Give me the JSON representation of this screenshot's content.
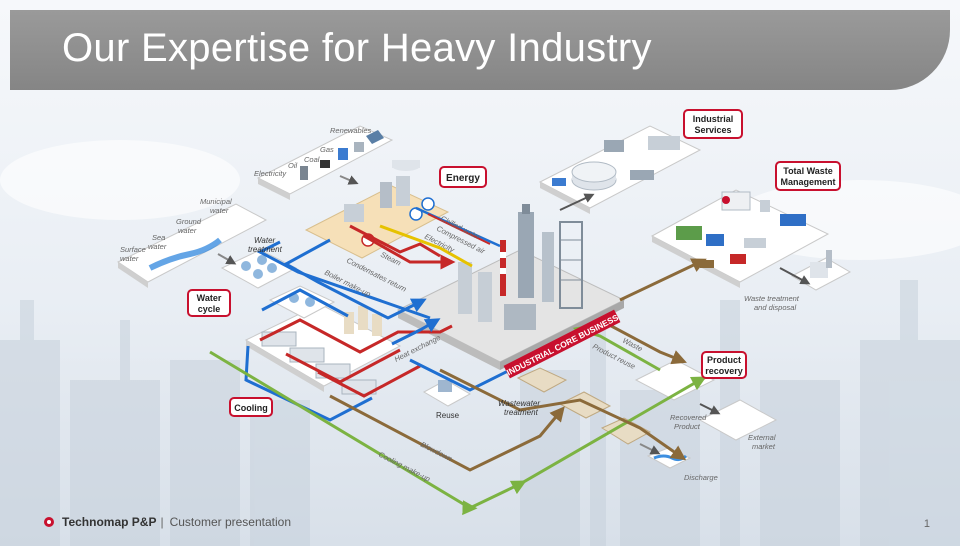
{
  "header": {
    "title": "Our Expertise for Heavy Industry"
  },
  "footer": {
    "company": "Technomap P&P",
    "separator": "|",
    "subtitle": "Customer presentation",
    "page_number": "1"
  },
  "boxes": {
    "energy": "Energy",
    "industrial_services_1": "Industrial",
    "industrial_services_2": "Services",
    "total_waste_1": "Total Waste",
    "total_waste_2": "Management",
    "water_cycle_1": "Water",
    "water_cycle_2": "cycle",
    "product_recovery_1": "Product",
    "product_recovery_2": "recovery",
    "cooling": "Cooling"
  },
  "labels": {
    "renewables": "Renewables",
    "gas": "Gas",
    "coal": "Coal",
    "oil": "Oil",
    "electricity_src": "Electricity",
    "municipal_1": "Municipal",
    "municipal_2": "water",
    "ground_1": "Ground",
    "ground_2": "water",
    "sea_1": "Sea",
    "sea_2": "water",
    "surface_1": "Surface",
    "surface_2": "water",
    "water_treatment_1": "Water",
    "water_treatment_2": "treatment",
    "chilled_water": "Chilled water",
    "compressed_air": "Compressed air",
    "electricity": "Electricity",
    "steam": "Steam",
    "condensates_return": "Condensates return",
    "boiler_makeup": "Boiler make-up",
    "heat_exchange": "Heat exchange",
    "core_business": "INDUSTRIAL CORE BUSINESS",
    "waste": "Waste",
    "product_reuse": "Product reuse",
    "waste_treatment_1": "Waste treatment",
    "waste_treatment_2": "and disposal",
    "reuse": "Reuse",
    "wastewater_1": "Wastewater",
    "wastewater_2": "treatment",
    "recovered_1": "Recovered",
    "recovered_2": "Product",
    "external_1": "External",
    "external_2": "market",
    "blowdown": "Blowdown",
    "cooling_makeup": "Cooling make-up",
    "discharge": "Discharge"
  },
  "colors": {
    "accent_red": "#c8102e",
    "water_blue": "#1f6fd1",
    "green": "#7cb342",
    "brown": "#8b6a3a",
    "steam_red": "#c62828",
    "yellow": "#e6c200",
    "header_gray": "#8c8c8c"
  }
}
